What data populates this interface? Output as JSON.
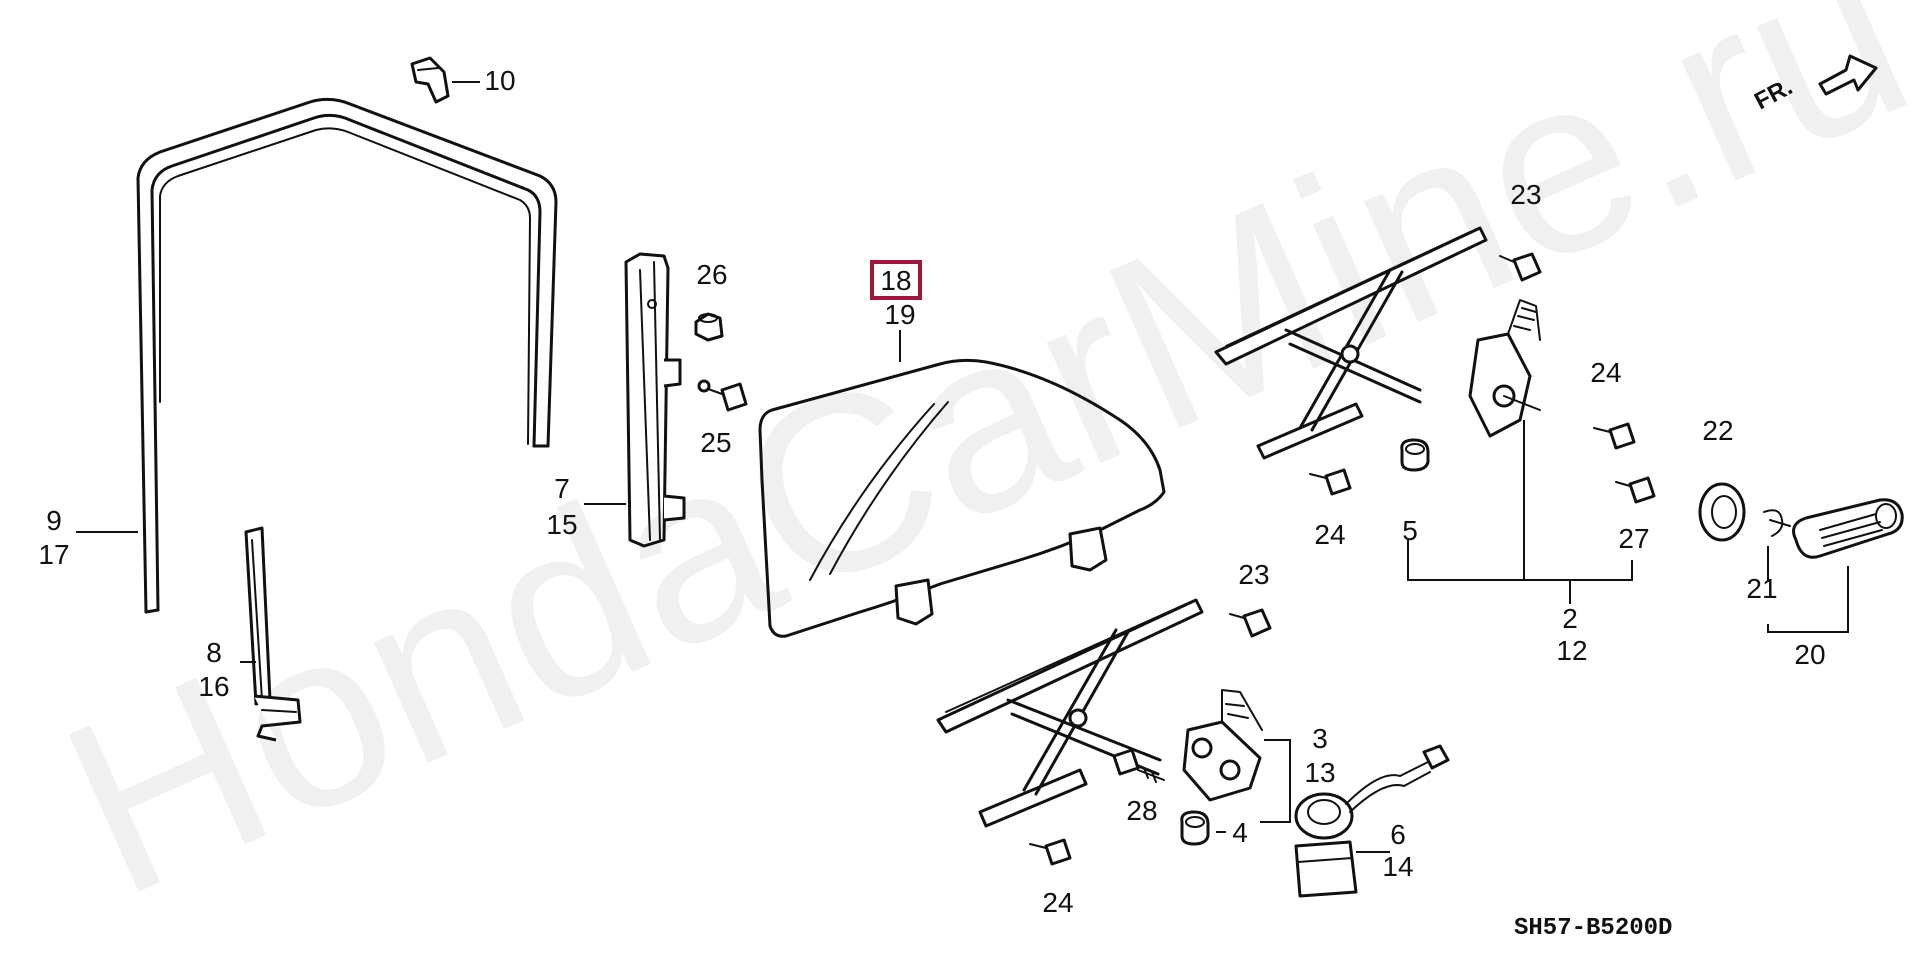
{
  "watermark": "HondaCarMine.ru",
  "diagram_code": "SH57-B5200D",
  "orientation_label": "FR.",
  "highlighted_part": "18",
  "colors": {
    "highlight": "#a0163a",
    "ink": "#111111"
  },
  "labels": {
    "p10": "10",
    "p9": "9",
    "p17": "17",
    "p8": "8",
    "p16": "16",
    "p7": "7",
    "p15": "15",
    "p26": "26",
    "p25": "25",
    "p18": "18",
    "p19": "19",
    "p23a": "23",
    "p24a": "24",
    "p5": "5",
    "p27": "27",
    "p24b": "24",
    "p2": "2",
    "p12": "12",
    "p22": "22",
    "p21": "21",
    "p20": "20",
    "p23b": "23",
    "p3": "3",
    "p13": "13",
    "p28": "28",
    "p4": "4",
    "p6": "6",
    "p14": "14",
    "p24c": "24"
  }
}
